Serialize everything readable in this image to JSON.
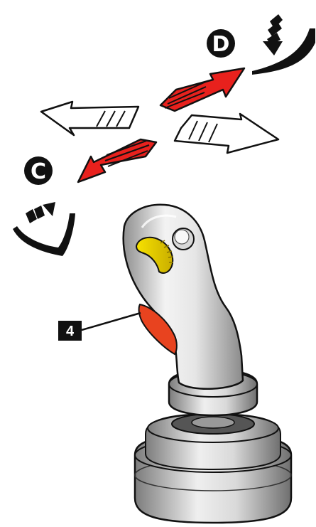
{
  "labels": {
    "direction_d": "D",
    "direction_c": "C",
    "callout_4": "4"
  },
  "icons": {
    "top_right_motion": "curved-arrow-down-icon",
    "bottom_left_motion": "curved-arrow-right-icon"
  },
  "colors": {
    "active_arrow": "#e8211d",
    "inactive_arrow": "#ffffff",
    "outline": "#111111",
    "trigger": "#e8431f",
    "roller": "#f2d600",
    "joystick_body": "#dcdcdc"
  }
}
